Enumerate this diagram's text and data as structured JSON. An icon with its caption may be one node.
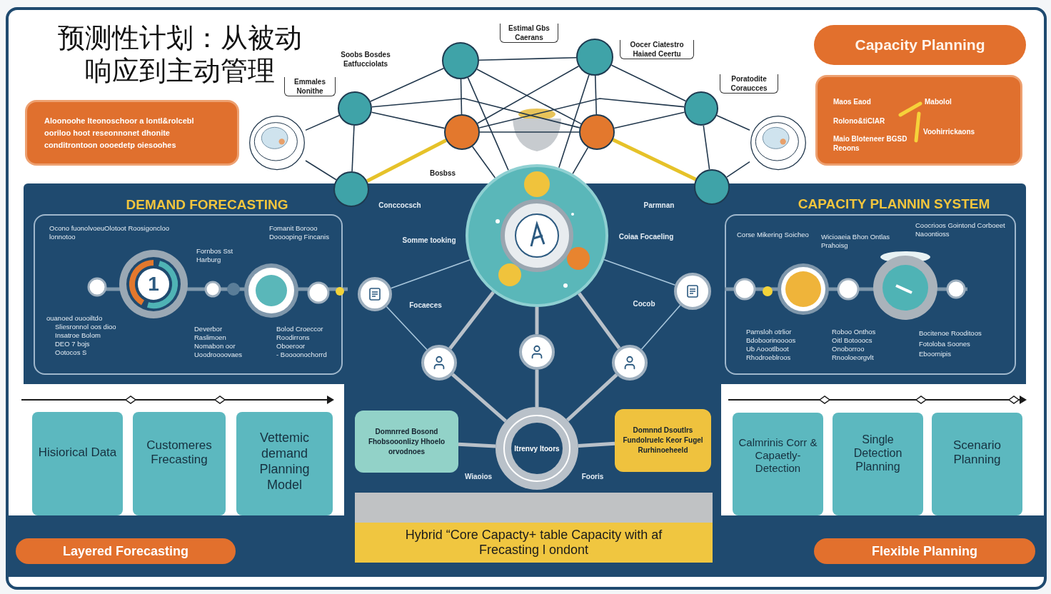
{
  "diagram": {
    "title": "预测性计划：从被动响应到主动管理",
    "nodes": [
      {
        "text": [
          "Aloonoohe lteonoschoor a lontl&rolcebl ooriloo hoot reseonnonet dhonite conditrontoon oooedetp oiesoohes"
        ]
      },
      {
        "text": [
          "Capacity Planning"
        ]
      },
      {
        "text": [
          "Maos Eaod",
          "Rolono&tiCIAR",
          "Maio Bloteneer BGSD Reoons",
          "Mabolol",
          "Voohirrickaons"
        ]
      },
      {
        "text": [],
        "shape": "circle"
      },
      {
        "text": [],
        "shape": "circle"
      },
      {
        "text": [],
        "shape": "circle"
      },
      {
        "text": [],
        "shape": "circle"
      },
      {
        "text": [],
        "shape": "circle"
      },
      {
        "text": [],
        "shape": "circle"
      },
      {
        "text": [],
        "shape": "circle"
      },
      {
        "text": [],
        "shape": "circle"
      },
      {
        "text": [],
        "shape": "circle"
      },
      {
        "text": [],
        "shape": "picture"
      },
      {
        "text": [],
        "shape": "picture"
      },
      {
        "text": [
          "DEMAND FORECASTING",
          "Ocono fuonolvoeuOlotoot Roosigoncloo lonnotoo",
          "Fornbos Sst Harburg",
          "Fomanit Borooo Dooooping Fincanis",
          "ouanoed ouooiltdo",
          "Sliesronnol oos dioo",
          "Insatroe Bolom",
          "DEO 7 bojs",
          "Ootocos S",
          "Deverbor",
          "Raslimoen",
          "Nomabon oor",
          "Uoodroooovaes",
          "Bolod Croeccor",
          "Roodirrons",
          "Oboeroor",
          "- Boooonochorrd"
        ]
      },
      {
        "text": [
          "1"
        ],
        "in": 14
      },
      {
        "text": [
          "CAPACITY PLANNIN SYSTEM",
          "Corse Mikering Soicheo",
          "Wicioaeia Bhon Ontlas Prahoisg",
          "Coocrioos Gointond Corboeet Naoontioss",
          "Pamsloh otrlior",
          "Bdoboorinoooos",
          "Ub Aoootlboot",
          "Rhodroeblroos",
          "Roboo Onthos",
          "Oitl Botooocs",
          "Onoborroo",
          "Rnooloeorgvlt",
          "Bocitenoe Rooditoos",
          "Fotoloba Soones",
          "Eboornipis"
        ]
      },
      {
        "text": [],
        "shape": "circle"
      },
      {
        "text": [],
        "shape": "circle"
      },
      {
        "text": [],
        "shape": "circle"
      },
      {
        "text": [],
        "shape": "circle"
      },
      {
        "text": [],
        "shape": "circle"
      },
      {
        "text": [
          "Itrenvy ltoors"
        ]
      },
      {
        "text": [
          "Domnrred Bosond Fhobsooonlizy Hhoelo orvodnoes"
        ]
      },
      {
        "text": [
          "Domnnd Dsoutlrs Fundolruelc Keor Fugel Rurhinoeheeld"
        ]
      },
      {
        "text": [
          "Hisiorical Data"
        ]
      },
      {
        "text": [
          "Customeres Frecasting"
        ]
      },
      {
        "text": [
          "Vettemic demand Planning Model"
        ]
      },
      {
        "text": [
          "Calmrinis Corr & Capaetly-Detection"
        ]
      },
      {
        "text": [
          "Single Detection Planning"
        ]
      },
      {
        "text": [
          "Scenario Planning"
        ]
      },
      {
        "text": [
          "Layered Forecasting"
        ]
      },
      {
        "text": [
          "Flexible Planning"
        ]
      },
      {
        "text": [
          "Hybrid “Core Capacty+ table Capacity with af Frecasting l ondont"
        ]
      },
      {
        "text": [],
        "shape": "bar"
      }
    ],
    "edges": [
      {
        "from": 3,
        "to": 4,
        "arrow": "none"
      },
      {
        "from": 4,
        "to": 5,
        "arrow": "none"
      },
      {
        "from": 5,
        "to": 6,
        "arrow": "none"
      },
      {
        "from": 3,
        "to": 7,
        "arrow": "none"
      },
      {
        "from": 3,
        "to": 8,
        "arrow": "none"
      },
      {
        "from": 4,
        "to": 7,
        "arrow": "none"
      },
      {
        "from": 4,
        "to": 8,
        "arrow": "none"
      },
      {
        "from": 5,
        "to": 7,
        "arrow": "none"
      },
      {
        "from": 5,
        "to": 8,
        "arrow": "none"
      },
      {
        "from": 6,
        "to": 7,
        "arrow": "none"
      },
      {
        "from": 6,
        "to": 8,
        "arrow": "none"
      },
      {
        "from": 7,
        "to": 8,
        "arrow": "none"
      },
      {
        "from": 3,
        "to": 9,
        "arrow": "none"
      },
      {
        "from": 6,
        "to": 10,
        "arrow": "none"
      },
      {
        "from": 9,
        "to": 7,
        "arrow": "none",
        "style": "thick",
        "color": "#e6c229"
      },
      {
        "from": 10,
        "to": 8,
        "arrow": "none",
        "style": "thick",
        "color": "#e6c229"
      },
      {
        "from": 4,
        "to": 11,
        "arrow": "none"
      },
      {
        "from": 5,
        "to": 11,
        "arrow": "none"
      },
      {
        "from": 7,
        "to": 11,
        "arrow": "none"
      },
      {
        "from": 8,
        "to": 11,
        "arrow": "none"
      },
      {
        "from": 12,
        "to": 3,
        "arrow": "none"
      },
      {
        "from": 12,
        "to": 9,
        "arrow": "none"
      },
      {
        "from": 13,
        "to": 6,
        "arrow": "none"
      },
      {
        "from": 13,
        "to": 10,
        "arrow": "none"
      },
      {
        "from": 11,
        "to": 17,
        "arrow": "none",
        "color": "#a9c7dc"
      },
      {
        "from": 11,
        "to": 18,
        "arrow": "none",
        "color": "#a9c7dc"
      },
      {
        "from": 11,
        "to": 19,
        "arrow": "none",
        "style": "thick",
        "color": "#b9c1c9"
      },
      {
        "from": 11,
        "to": 20,
        "arrow": "none",
        "style": "thick",
        "color": "#b9c1c9"
      },
      {
        "from": 11,
        "to": 21,
        "arrow": "none",
        "style": "thick",
        "color": "#b9c1c9"
      },
      {
        "from": 17,
        "to": 19,
        "arrow": "none",
        "color": "#a9c7dc"
      },
      {
        "from": 18,
        "to": 21,
        "arrow": "none",
        "color": "#a9c7dc"
      },
      {
        "from": 19,
        "to": 22,
        "arrow": "none",
        "style": "thick",
        "color": "#b9c1c9"
      },
      {
        "from": 20,
        "to": 22,
        "arrow": "none",
        "style": "thick",
        "color": "#b9c1c9"
      },
      {
        "from": 21,
        "to": 22,
        "arrow": "none",
        "style": "thick",
        "color": "#b9c1c9"
      },
      {
        "from": 23,
        "to": 22,
        "arrow": "none",
        "style": "thick",
        "color": "#b9c1c9"
      },
      {
        "from": 22,
        "to": 24,
        "arrow": "none",
        "style": "thick",
        "color": "#b9c1c9"
      }
    ],
    "labels": [
      "Estimal Gbs Caerans",
      "Soobs Bosdes Eatfucciolats",
      "Emmales Nonithe",
      "Oocer Ciatestro Haiaed Ceertu",
      "Poratodite Coraucces",
      "Bosbss",
      "Conccocsch",
      "Parmnan",
      "Somme tooking",
      "Focaeces",
      "Coiaa Focaeling",
      "Cocob",
      "Wiaoios",
      "Fooris"
    ]
  }
}
